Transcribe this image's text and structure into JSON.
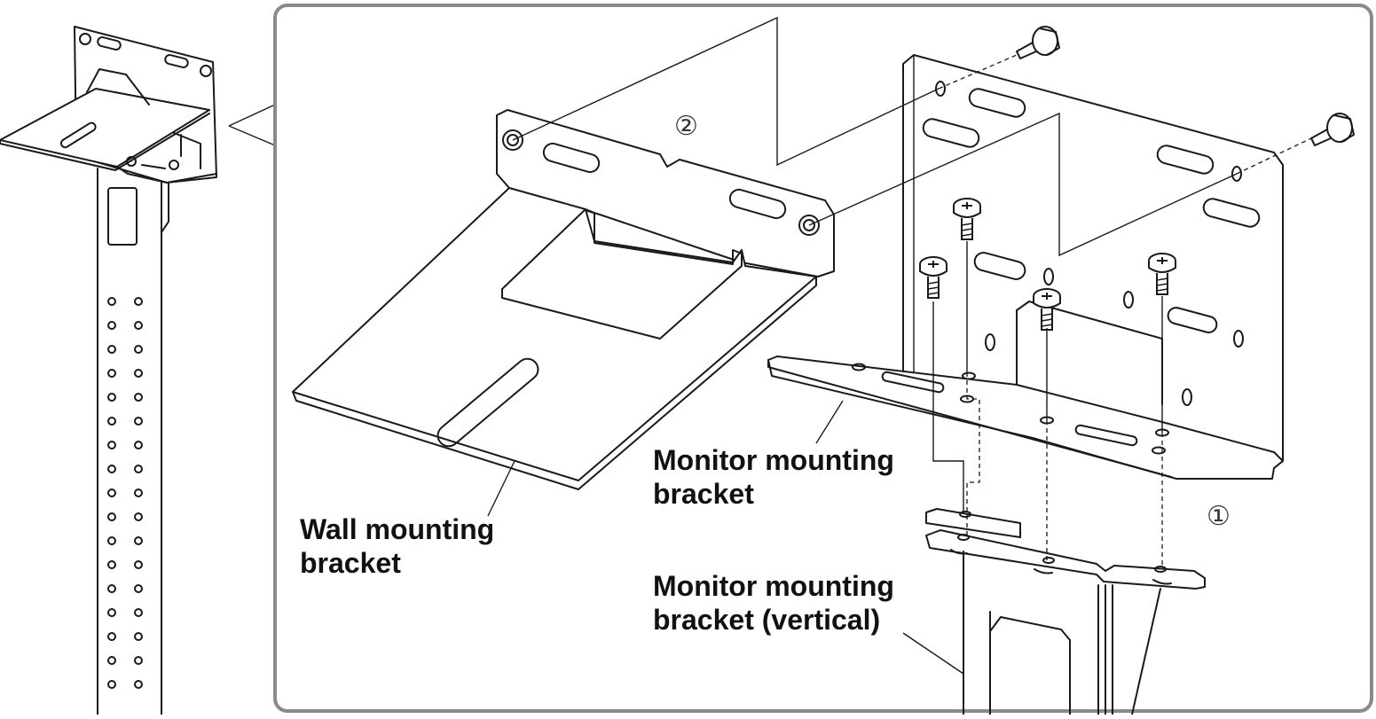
{
  "labels": {
    "wall_bracket_line1": "Wall mounting",
    "wall_bracket_line2": "bracket",
    "monitor_bracket_line1": "Monitor mounting",
    "monitor_bracket_line2": "bracket",
    "vertical_bracket_line1": "Monitor mounting",
    "vertical_bracket_line2": "bracket (vertical)"
  },
  "steps": {
    "step_1": "①",
    "step_2": "②"
  },
  "colors": {
    "line": "#1a1a1a",
    "frame": "#8a8a8a",
    "background": "#ffffff"
  }
}
